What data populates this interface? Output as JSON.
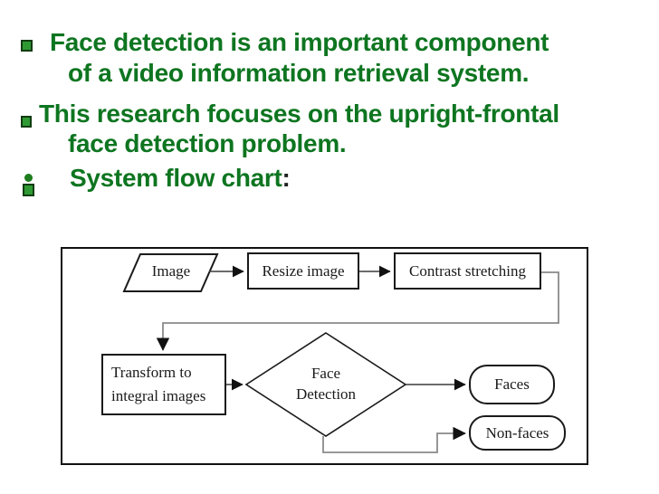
{
  "slide": {
    "kind": "presentation-slide",
    "background": "#ffffff"
  },
  "bullets": [
    {
      "marker": "square",
      "lines": [
        "Face detection is an important component",
        "of a video information retrieval system."
      ]
    },
    {
      "marker": "square",
      "lines": [
        "This research focuses on the upright-frontal",
        "face detection problem."
      ]
    },
    {
      "marker": "dot-square",
      "lines": [
        "System flow chart"
      ],
      "suffix": ":"
    }
  ],
  "flowchart": {
    "nodes": {
      "image": {
        "shape": "parallelogram",
        "label": "Image"
      },
      "resize": {
        "shape": "rect",
        "label": "Resize image"
      },
      "contrast": {
        "shape": "rect",
        "label": "Contrast stretching"
      },
      "transform": {
        "shape": "rect",
        "line1": "Transform to",
        "line2": "integral images"
      },
      "decision": {
        "shape": "diamond",
        "line1": "Face",
        "line2": "Detection"
      },
      "faces": {
        "shape": "terminator",
        "label": "Faces"
      },
      "nonfaces": {
        "shape": "terminator",
        "label": "Non-faces"
      }
    },
    "edges": [
      {
        "from": "image",
        "to": "resize"
      },
      {
        "from": "resize",
        "to": "contrast"
      },
      {
        "from": "contrast",
        "to": "transform"
      },
      {
        "from": "transform",
        "to": "decision"
      },
      {
        "from": "decision",
        "to": "faces"
      },
      {
        "from": "decision",
        "to": "nonfaces"
      }
    ]
  },
  "colors": {
    "bullet_text": "#0e7520",
    "bullet_marker_fill": "#2f9a33",
    "bullet_marker_border": "#123c12",
    "box_border": "#1a1a1a",
    "connector_gray": "#8a8a8a",
    "connector_dark": "#3c3c3c"
  }
}
